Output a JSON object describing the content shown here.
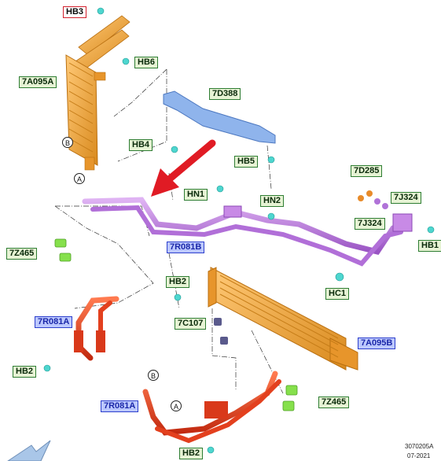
{
  "labels": {
    "HB3": "HB3",
    "HB6": "HB6",
    "A7A095A": "7A095A",
    "D7D388": "7D388",
    "HB4": "HB4",
    "HB5": "HB5",
    "HN1": "HN1",
    "HN2": "HN2",
    "D7D285": "7D285",
    "J7J324a": "7J324",
    "J7J324b": "7J324",
    "HB1": "HB1",
    "Z7Z465a": "7Z465",
    "R7R081B": "7R081B",
    "HC1": "HC1",
    "HB2a": "HB2",
    "C7C107": "7C107",
    "A7A095B": "7A095B",
    "R7R081A1": "7R081A",
    "HB2b": "HB2",
    "R7R081A2": "7R081A",
    "Z7Z465b": "7Z465",
    "HB2c": "HB2"
  },
  "callouts": {
    "A1": "A",
    "B1": "B",
    "A2": "A",
    "B2": "B"
  },
  "footer": {
    "code": "3070205A",
    "date": "07-2021"
  },
  "colors": {
    "cooler": "#f2a93b",
    "bracket": "#8fb4ec",
    "tube_upper": "#c07ee0",
    "tube_lower": "#e3401e",
    "clip": "#86e04c",
    "fastener": "#4ed6cf",
    "arrow": "#e01b24"
  }
}
